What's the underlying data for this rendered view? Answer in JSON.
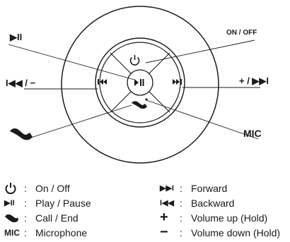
{
  "callouts": {
    "play_pause": "▶II",
    "on_off": "ON / OFF",
    "backward_minus": "I◀◀ / −",
    "plus_forward": "+ / ▶▶I",
    "call": "",
    "mic": "MIC"
  },
  "legend_left": [
    {
      "icon": "power-icon",
      "symbol": "",
      "label": "On / Off"
    },
    {
      "icon": "play-pause-icon",
      "symbol": "▶II",
      "label": "Play / Pause"
    },
    {
      "icon": "phone-icon",
      "symbol": "",
      "label": "Call / End"
    },
    {
      "icon": "microphone-text-icon",
      "symbol": "MIC",
      "label": "Microphone"
    }
  ],
  "legend_right": [
    {
      "icon": "forward-icon",
      "symbol": "▶▶I",
      "label": "Forward"
    },
    {
      "icon": "backward-icon",
      "symbol": "I◀◀",
      "label": "Backward"
    },
    {
      "icon": "plus-icon",
      "symbol": "+",
      "label": "Volume up (Hold)"
    },
    {
      "icon": "minus-icon",
      "symbol": "−",
      "label": "Volume down (Hold)"
    }
  ],
  "separator": ":"
}
